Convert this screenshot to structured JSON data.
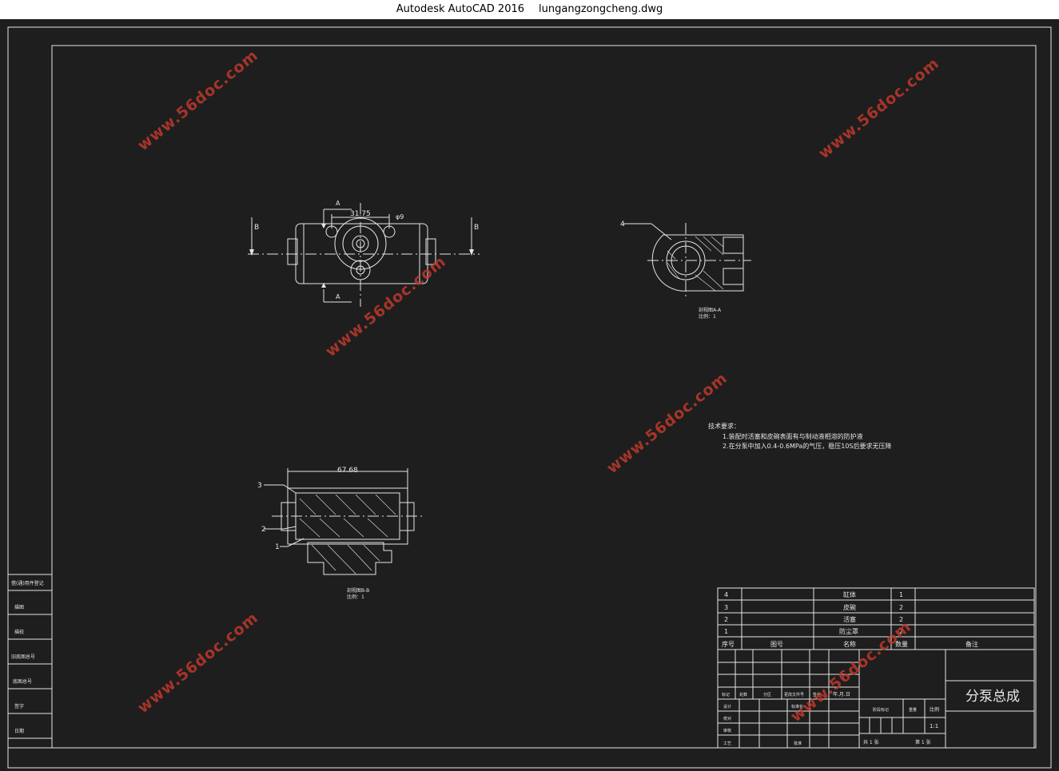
{
  "window": {
    "app": "Autodesk AutoCAD 2016",
    "file": "lungangzongcheng.dwg"
  },
  "watermark": "www.56doc.com",
  "views": {
    "top": {
      "dim_width": "31.75",
      "label_A": "A",
      "label_B": "B",
      "diameter": "φ9"
    },
    "section_aa": {
      "callout": "4",
      "caption_1": "剖视图A-A",
      "caption_2": "比例：1"
    },
    "section_bb": {
      "dim_length": "67.68",
      "callout_1": "1",
      "callout_2": "2",
      "callout_3": "3",
      "caption_1": "剖视图B-B",
      "caption_2": "比例：1"
    }
  },
  "tech_notes": {
    "heading": "技术要求：",
    "line1": "1.装配时活塞和皮碗表面有与制动液相溶的防护液",
    "line2": "2.在分泵中加入0.4-0.6MPa的气压，稳压10S后要求无压降"
  },
  "bom": {
    "headers": {
      "seq": "序号",
      "drawing_no": "图号",
      "name": "名称",
      "qty": "数量",
      "remark": "备注"
    },
    "rows": [
      {
        "seq": "4",
        "name": "缸体",
        "qty": "1"
      },
      {
        "seq": "3",
        "name": "皮碗",
        "qty": "2"
      },
      {
        "seq": "2",
        "name": "活塞",
        "qty": "2"
      },
      {
        "seq": "1",
        "name": "防尘罩",
        "qty": "2"
      }
    ]
  },
  "title_block": {
    "drawing_title": "分泵总成",
    "row_labels": [
      "标记",
      "处数",
      "分区",
      "更改文件号",
      "签名",
      "年.月.日"
    ],
    "left_labels": [
      "设计",
      "校对",
      "审核",
      "工艺"
    ],
    "std": "标准化",
    "approve": "批准",
    "stage": "阶段标记",
    "weight": "重量",
    "scale": "比例",
    "scale_value": "1:1",
    "sheets": "共  1  张",
    "sheet_no": "第  1  张"
  },
  "side_table": {
    "labels": [
      "借(通)用件登记",
      "描图",
      "描校",
      "旧底图总号",
      "底图总号",
      "签字",
      "日期"
    ]
  }
}
